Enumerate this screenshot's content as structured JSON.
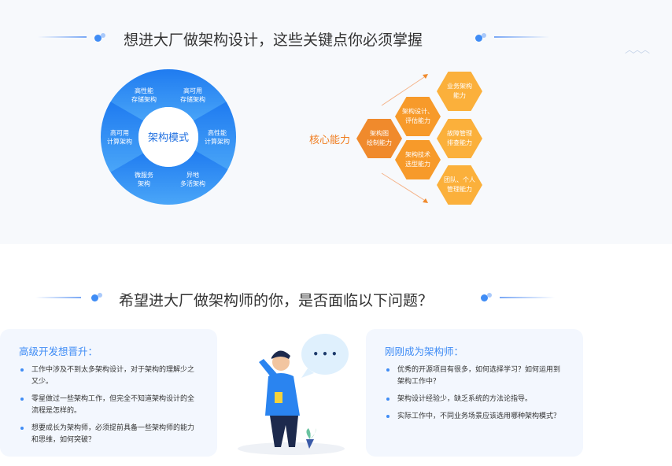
{
  "section1": {
    "title": "想进大厂做架构设计，这些关键点你必须掌握",
    "wheel": {
      "center": "架构模式",
      "segments": [
        "高性能\n存储架构",
        "高可用\n存储架构",
        "高性能\n计算架构",
        "异地\n多活架构",
        "微服务\n架构",
        "高可用\n计算架构"
      ]
    },
    "core_label": "核心能力",
    "hexagons": [
      "架构图\n绘制能力",
      "架构设计、\n评估能力",
      "架构技术\n选型能力",
      "业务架构\n能力",
      "故障管理\n排查能力",
      "团队、个人\n管理能力"
    ]
  },
  "section2": {
    "title": "希望进大厂做架构师的你，是否面临以下问题？",
    "left_card": {
      "title": "高级开发想晋升：",
      "items": [
        "工作中涉及不到太多架构设计，对于架构的理解少之又少。",
        "零星做过一些架构工作，但完全不知道架构设计的全流程是怎样的。",
        "想要成长为架构师，必须提前具备一些架构师的能力和思维，如何突破？"
      ]
    },
    "right_card": {
      "title": "刚刚成为架构师：",
      "items": [
        "优秀的开源项目有很多，如何选择学习？如何运用到架构工作中？",
        "架构设计经验少，缺乏系统的方法论指导。",
        "实际工作中，不同业务场景应该选用哪种架构模式？"
      ]
    },
    "bubble": "• • •"
  },
  "colors": {
    "blue": "#2a84f0",
    "orange_dark": "#f08a2c",
    "orange_mid": "#f79a2a",
    "orange_light": "#fbb03b"
  }
}
